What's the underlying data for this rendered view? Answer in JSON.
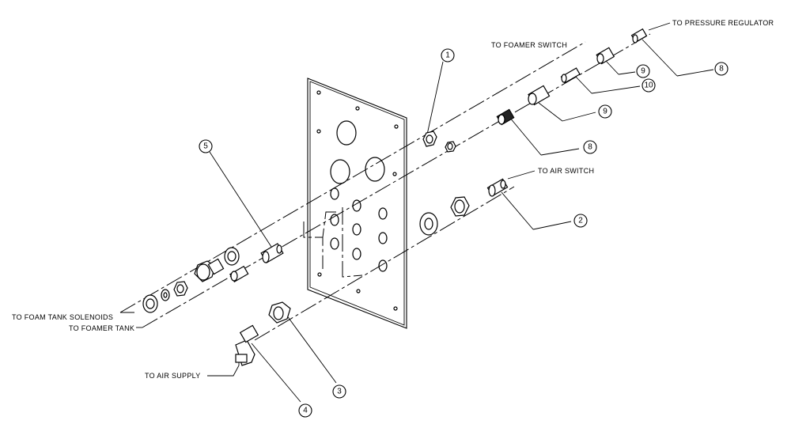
{
  "labels": {
    "to_foamer_switch": "TO FOAMER SWITCH",
    "to_pressure_regulator": "TO PRESSURE REGULATOR",
    "to_air_switch": "TO AIR SWITCH",
    "to_foam_tank_solenoids": "TO FOAM TANK SOLENOIDS",
    "to_foamer_tank": "TO FOAMER TANK",
    "to_air_supply": "TO AIR SUPPLY"
  },
  "callouts": {
    "c1": "1",
    "c2": "2",
    "c3": "3",
    "c4": "4",
    "c5": "5",
    "c8a": "8",
    "c8b": "8",
    "c9a": "9",
    "c9b": "9",
    "c10": "10"
  }
}
